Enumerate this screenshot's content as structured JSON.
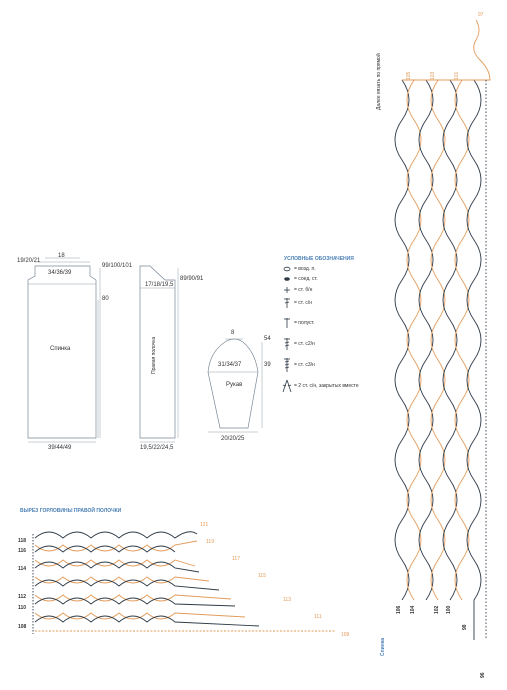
{
  "pattern": {
    "back": {
      "label": "Спинка",
      "top_left_dims": "19/20/21",
      "top_width": "18",
      "upper_width": "34/36/39",
      "height_total": "99/100/101",
      "side_height": "80",
      "bottom_width": "39/44/49"
    },
    "front": {
      "label": "Правая полочка",
      "top_dims": "17/18/19,5",
      "height_total": "89/90/91",
      "bottom_width": "19,5/22/24,5"
    },
    "sleeve": {
      "label": "Рукав",
      "top_width": "8",
      "cap_height": "54",
      "upper_width": "31/34/37",
      "side_height": "39",
      "bottom_width": "20/20/25"
    }
  },
  "legend": {
    "title": "УСЛОВНЫЕ ОБОЗНАЧЕНИЯ",
    "items": [
      {
        "symbol": "chain",
        "text": "= возд. п."
      },
      {
        "symbol": "slip",
        "text": "= соед. ст."
      },
      {
        "symbol": "sc",
        "text": "= ст. б/н"
      },
      {
        "symbol": "dc",
        "text": "= ст. с/н"
      },
      {
        "symbol": "hdc",
        "text": "= полуст."
      },
      {
        "symbol": "tr",
        "text": "= ст. с2/н"
      },
      {
        "symbol": "dtr",
        "text": "= ст. с3/н"
      },
      {
        "symbol": "dc2tog",
        "text": "= 2 ст. с/н, закрытых вместе"
      }
    ]
  },
  "neckline_chart": {
    "title": "ВЫРЕЗ ГОРЛОВИНЫ ПРАВОЙ ПОЛОЧКИ",
    "left_rows": [
      "118",
      "116",
      "114",
      "112",
      "110",
      "108"
    ],
    "right_rows": [
      "121",
      "119",
      "117",
      "115",
      "113",
      "111",
      "109"
    ]
  },
  "back_chart": {
    "label": "Спинка",
    "note": "Далее вязать по прямой",
    "top_row": "97",
    "bottom_row": "96",
    "top_rows": [
      "105",
      "103",
      "101"
    ],
    "bottom_rows": [
      "106",
      "104",
      "102",
      "100",
      "98"
    ]
  },
  "colors": {
    "line": "#6b7d8c",
    "orange": "#e39b5a",
    "dark": "#2e3a46",
    "text": "#333333"
  }
}
